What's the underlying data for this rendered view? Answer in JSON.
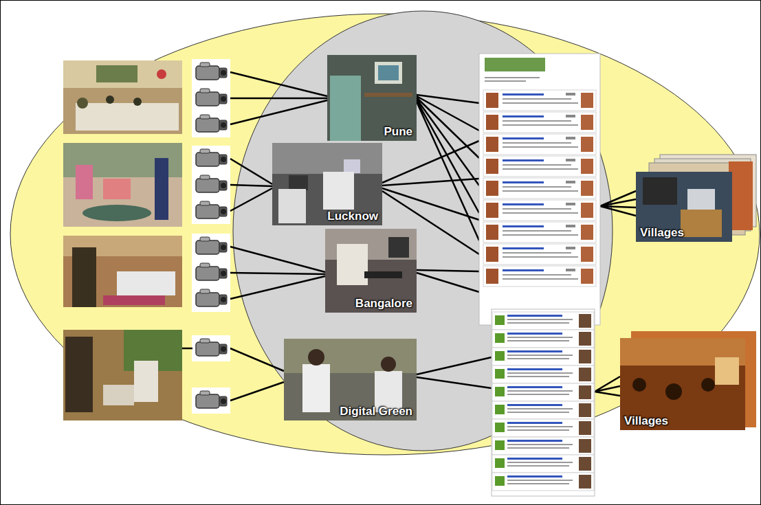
{
  "diagram": {
    "nodes": [
      {
        "text": [
          "Pune"
        ]
      },
      {
        "text": [
          "Lucknow"
        ]
      },
      {
        "text": [
          "Bangalore"
        ]
      },
      {
        "text": [
          "Digital Green"
        ]
      },
      {
        "text": [
          "Villages"
        ]
      },
      {
        "text": [
          "Villages"
        ]
      }
    ]
  }
}
